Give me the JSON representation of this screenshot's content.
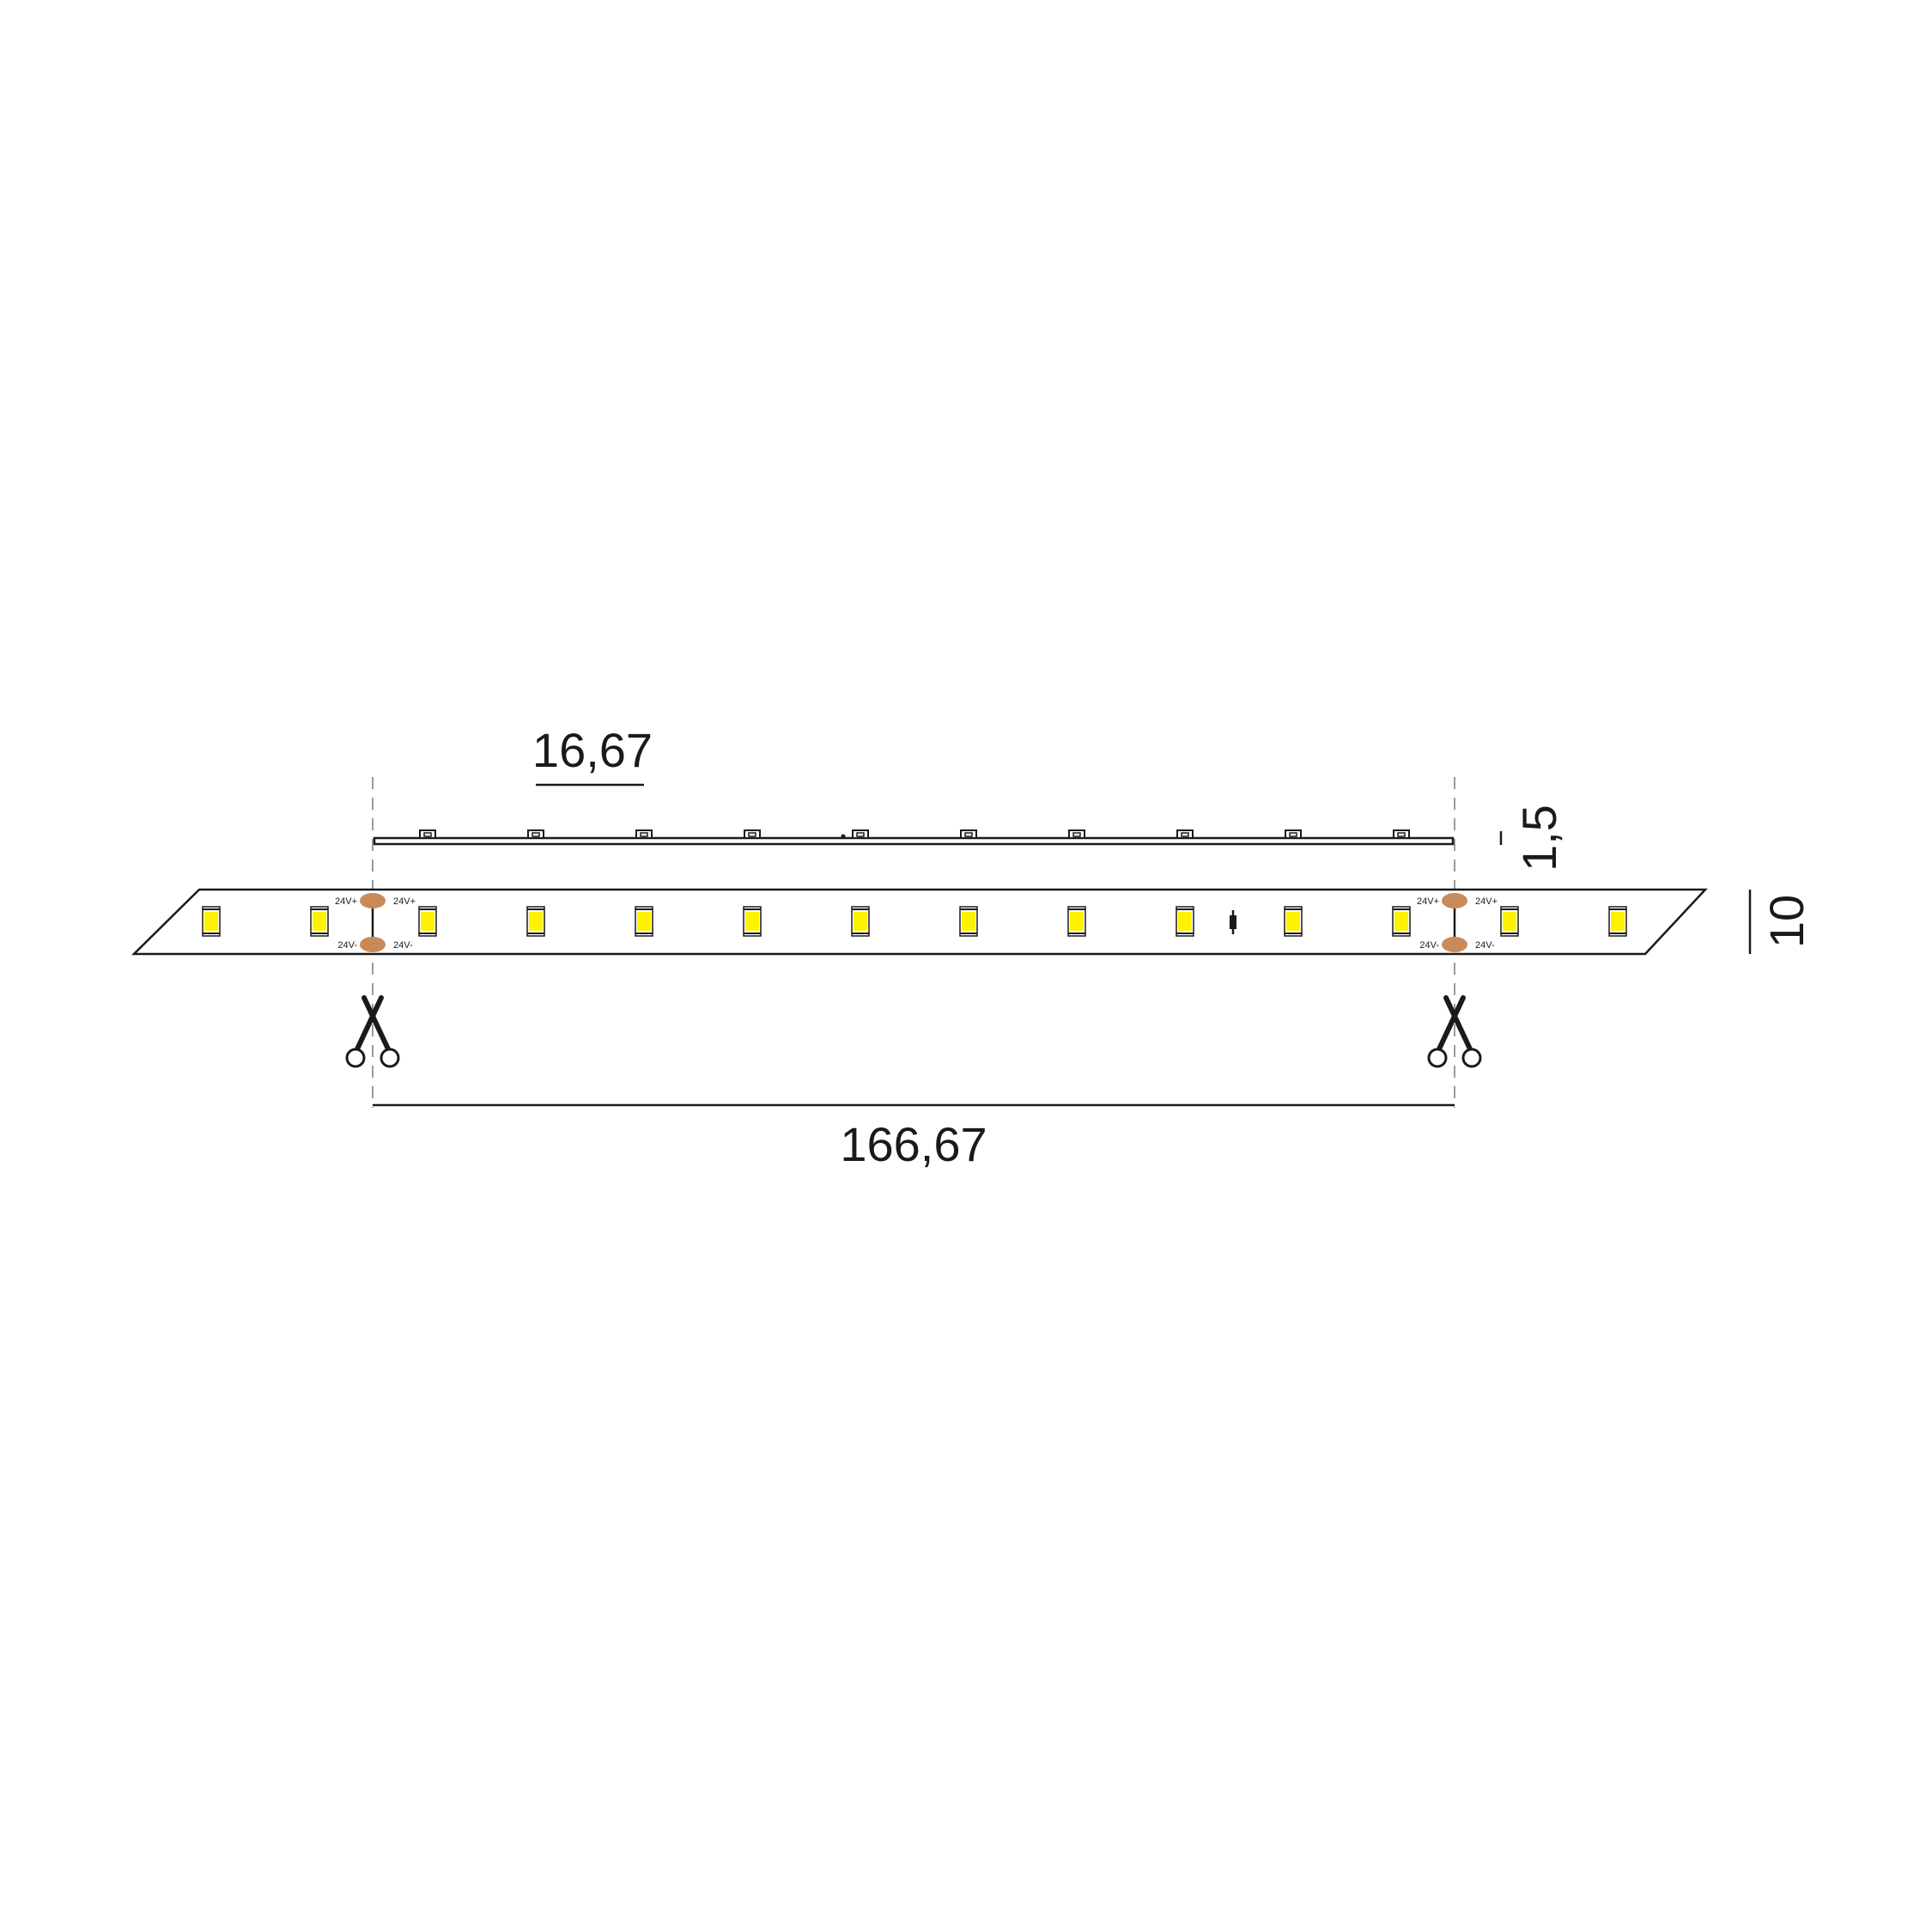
{
  "dimensions": {
    "led_pitch": "16,67",
    "segment_length": "166,67",
    "thickness": "1,5",
    "width": "10"
  },
  "pads": {
    "positive": "24V+",
    "negative": "24V-"
  },
  "icons": {
    "cut_mark": "scissors-icon",
    "led": "smd-led-icon",
    "resistor": "resistor-icon"
  },
  "colors": {
    "outline": "#1a1a1a",
    "led_fill": "#fff200",
    "pad_fill": "#c98a5a",
    "cut_line": "#9a9a9a"
  },
  "counts": {
    "leds_on_strip": 14,
    "leds_in_side_view": 10
  }
}
